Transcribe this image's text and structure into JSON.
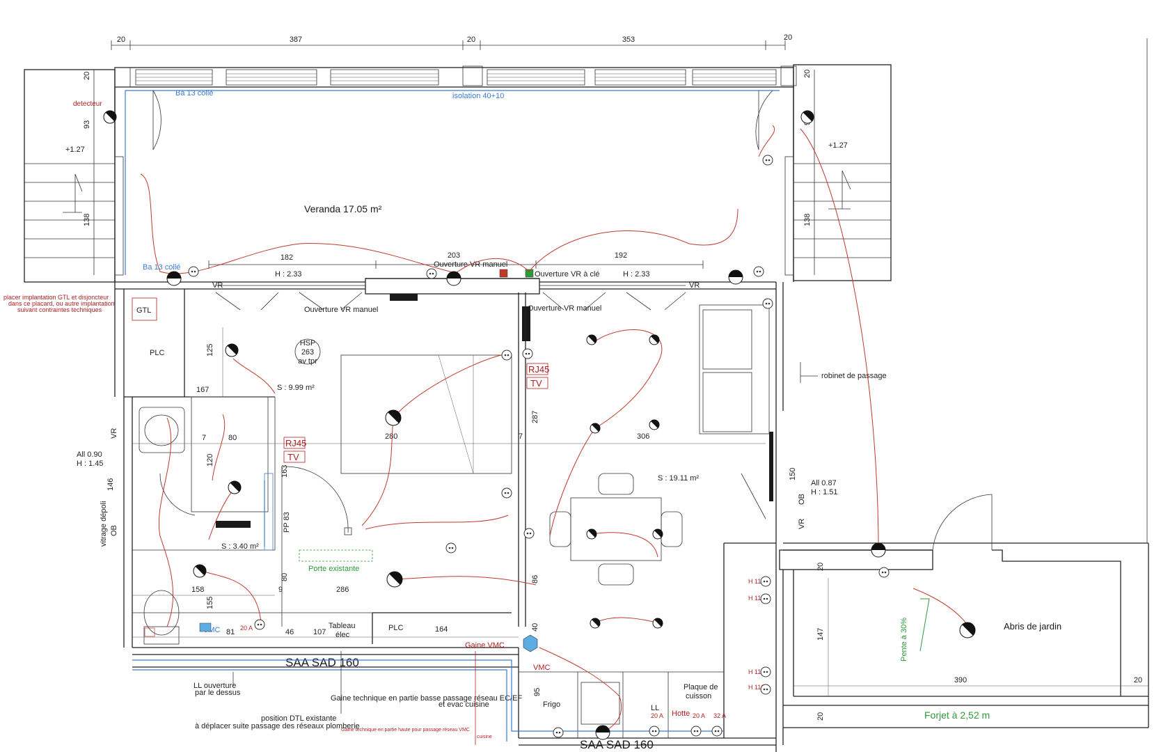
{
  "dimensions": {
    "top_20a": "20",
    "top_387": "387",
    "top_20b": "20",
    "top_353": "353",
    "top_20c": "20",
    "left_20": "20",
    "left_93": "93",
    "left_138": "138",
    "right_20": "20",
    "right_93": "93",
    "right_138": "138",
    "win_182": "182",
    "win_203": "203",
    "win_192": "192",
    "h233_left": "H : 2.33",
    "h233_right": "H : 2.33",
    "d125": "125",
    "d167": "167",
    "d7a": "7",
    "d80a": "80",
    "d120": "120",
    "d163": "163",
    "d280": "280",
    "d7b": "7",
    "d287": "287",
    "d306": "306",
    "d146": "146",
    "d158": "158",
    "d155": "155",
    "d9": "9",
    "d80b": "80",
    "d286": "286",
    "d81": "81",
    "d46": "46",
    "d107": "107",
    "d164": "164",
    "d40": "40",
    "d86": "86",
    "d150": "150",
    "d95": "95",
    "d20a": "20",
    "d147": "147",
    "d390": "390",
    "d20b": "20",
    "d20c": "20"
  },
  "labels": {
    "veranda": "Veranda 17.05 m²",
    "detecteur": "detecteur",
    "level_left": "+1.27",
    "level_right": "+1.27",
    "ba13_top": "Ba 13 collé",
    "ba13_bottom": "Ba 13 collé",
    "isolation": "isolation 40+10",
    "ouverture_vr_manuel_top": "Ouverture VR manuel",
    "ouverture_vr_cle": "Ouverture VR à clé",
    "vr_left": "VR",
    "vr_right": "VR",
    "gtl": "GTL",
    "gtl_note_1": "placer implantation GTL et disjoncteur",
    "gtl_note_2": "dans ce placard, ou autre implantation",
    "gtl_note_3": "suivant contraintes techniques",
    "plc_top": "PLC",
    "ouverture_vr_manuel_left": "Ouverture VR manuel",
    "ouverture_vr_manuel_right": "Ouverture VR manuel",
    "hsp_1": "HSP",
    "hsp_2": "263",
    "hsp_3": "av tpr",
    "s999": "S : 9.99 m²",
    "rj45_top": "RJ45",
    "tv_top": "TV",
    "rj45_mid": "RJ45",
    "tv_mid": "TV",
    "robinet": "robinet de passage",
    "all_left_1": "All 0.90",
    "all_left_2": "H : 1.45",
    "vitrage": "vitrage dépoli",
    "ob_left": "OB",
    "vr_side_left": "VR",
    "s1911": "S : 19.11 m²",
    "all_right_1": "All 0.87",
    "all_right_2": "H : 1.51",
    "vr_side_right": "VR",
    "ob_right": "OB",
    "pp83": "PP 83",
    "s340": "S : 3.40 m²",
    "porte_existante": "Porte existante",
    "vmc_small": "VMC",
    "a20_small": "20 A",
    "tableau_1": "Tableau",
    "tableau_2": "élec",
    "plc_bottom": "PLC",
    "gaine_vmc": "Gaine VMC",
    "saa_top": "SAA SAD 160",
    "vmc": "VMC",
    "frigo": "Frigo",
    "ll_kitchen": "LL",
    "a20_ll": "20 A",
    "hotte": "Hotte",
    "a20_hotte": "20 A",
    "a32": "32 A",
    "plaque_1": "Plaque de",
    "plaque_2": "cuisson",
    "h110_a": "H 110",
    "h110_b": "H 110",
    "h110_c": "H 110",
    "h110_d": "H 110",
    "abris": "Abris de jardin",
    "pente": "Pente à 30%",
    "forjet": "Forjet à 2,52 m",
    "saa_bottom": "SAA SAD 160",
    "note_ll_1": "LL ouverture",
    "note_ll_2": "par le dessus",
    "note_gaine_1": "Gaine technique en partie basse passage réseau EC/EF",
    "note_gaine_2": "et evac cuisine",
    "note_dtl_1": "position DTL existante",
    "note_dtl_2": "à déplacer suite passage des réseaux plomberie",
    "note_gaine_vmc": "Gaine technique en partie haute pour passage réseau VMC",
    "note_gaine_vmc_2": "cuisine"
  },
  "colors": {
    "line": "#222222",
    "wiring": "#c0392b",
    "annotation_blue": "#3a7bd5",
    "annotation_green": "#2e9a3a",
    "annotation_red": "#b22222"
  }
}
